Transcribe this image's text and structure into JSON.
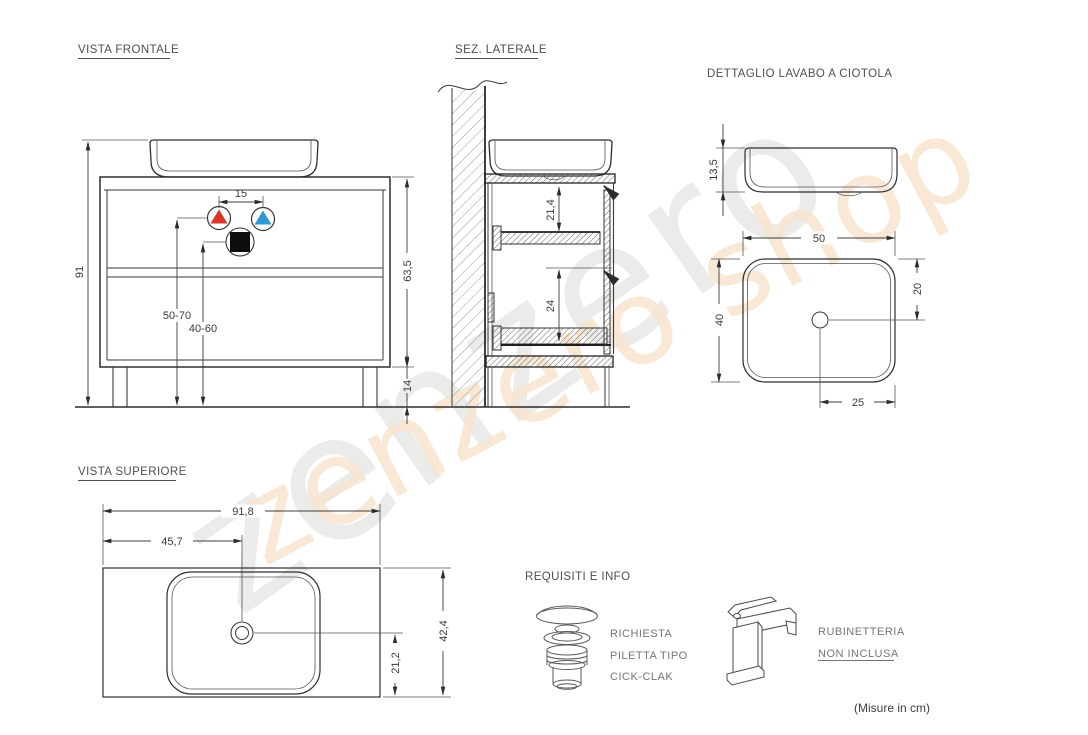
{
  "views": {
    "front": {
      "title": "VISTA FRONTALE",
      "dim_total_height": "91",
      "dim_tap_spacing": "15",
      "dim_supply_height": "50-70",
      "dim_drain_height": "40-60",
      "dim_cabinet_height": "63,5",
      "dim_leg_height": "14"
    },
    "side": {
      "title": "SEZ. LATERALE",
      "dim_upper_clearance": "21,4",
      "dim_lower_clearance": "24"
    },
    "detail": {
      "title": "DETTAGLIO LAVABO A CIOTOLA",
      "dim_height": "13,5",
      "dim_width": "50",
      "dim_depth": "40",
      "dim_drain_from_back": "20",
      "dim_drain_from_side": "25"
    },
    "top": {
      "title": "VISTA SUPERIORE",
      "dim_total_width": "91,8",
      "dim_drain_from_left": "45,7",
      "dim_total_depth": "42,4",
      "dim_drain_from_front": "21,2"
    }
  },
  "info": {
    "title": "REQUISITI E INFO",
    "drain_note_line1": "RICHIESTA",
    "drain_note_line2": "PILETTA TIPO",
    "drain_note_line3": "CICK-CLAK",
    "faucet_note_line1": "RUBINETTERIA",
    "faucet_note_line2": "NON INCLUSA",
    "units_note": "(Misure in cm)"
  },
  "watermark": {
    "gray_text": "zenzero",
    "orange_text": "zenzero shop"
  },
  "colors": {
    "line": "#303030",
    "text": "#4a4a4a",
    "hot": "#d93528",
    "cold": "#2f97d4",
    "watermark_gray": "#ebebe9",
    "watermark_orange": "#f7e4ce"
  }
}
